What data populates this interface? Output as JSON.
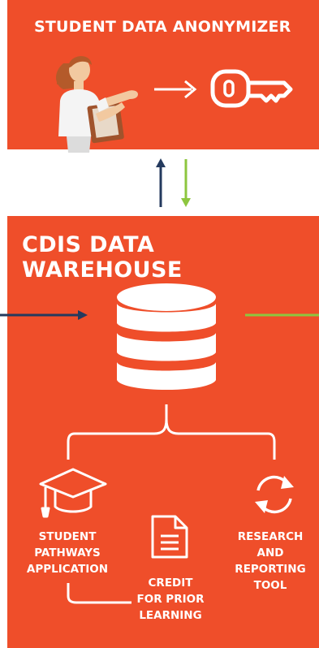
{
  "anonymizer": {
    "title": "STUDENT DATA ANONYMIZER"
  },
  "warehouse": {
    "title": "CDIS DATA WAREHOUSE"
  },
  "apps": {
    "pathways": [
      "STUDENT",
      "PATHWAYS",
      "APPLICATION"
    ],
    "credit": [
      "CREDIT",
      "FOR PRIOR",
      "LEARNING"
    ],
    "research": [
      "RESEARCH",
      "AND",
      "REPORTING",
      "TOOL"
    ]
  },
  "colors": {
    "panel": "#ef4e2a",
    "navy_arrow": "#243a5e",
    "green_arrow": "#8dc63f",
    "white": "#ffffff"
  },
  "icons": {
    "person": "person-with-clipboard-icon",
    "key": "key-icon",
    "database": "database-icon",
    "graduation": "graduation-cap-icon",
    "document": "document-icon",
    "refresh": "refresh-arrows-icon"
  }
}
